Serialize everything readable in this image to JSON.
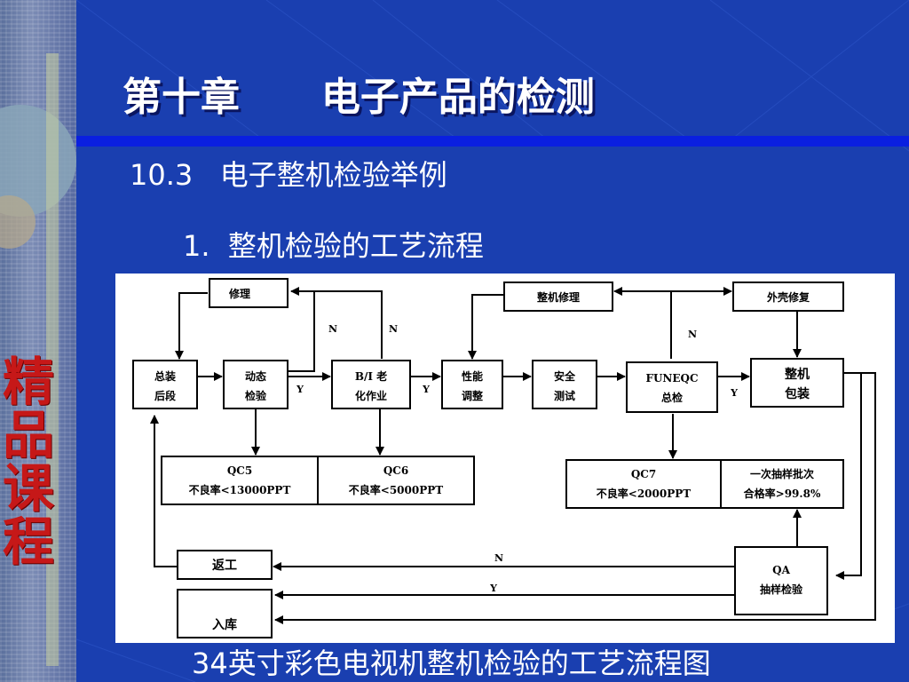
{
  "slide": {
    "badge": [
      "精",
      "品",
      "课",
      "程"
    ],
    "title": "第十章      电子产品的检测",
    "section": "10.3   电子整机检验举例",
    "subsection": "1.  整机检验的工艺流程",
    "caption": "34英寸彩色电视机整机检验的工艺流程图"
  },
  "diagram": {
    "nodes": {
      "repair": [
        "修理"
      ],
      "final_assembly": [
        "总装",
        "后段"
      ],
      "dynamic_test": [
        "动态",
        "检验"
      ],
      "burn_in": [
        "B/I  老",
        "化作业"
      ],
      "performance_adjust": [
        "性能",
        "调整"
      ],
      "safety_test": [
        "安全",
        "测试"
      ],
      "funeqc": [
        "FUNEQC",
        "总检"
      ],
      "packaging": [
        "整机",
        "包装"
      ],
      "unit_repair": [
        "整机修理"
      ],
      "case_repair": [
        "外壳修复"
      ],
      "qc5": [
        "QC5",
        "不良率<13000PPT"
      ],
      "qc6": [
        "QC6",
        "不良率<5000PPT"
      ],
      "qc7": [
        "QC7",
        "不良率<2000PPT"
      ],
      "batch_sampling": [
        "一次抽样批次",
        "合格率>99.8%"
      ],
      "rework": [
        "返工"
      ],
      "warehouse": [
        "入库"
      ],
      "qa_sampling": [
        "QA",
        "抽样检验"
      ]
    },
    "edge_labels": {
      "yes": "Y",
      "no": "N"
    }
  }
}
